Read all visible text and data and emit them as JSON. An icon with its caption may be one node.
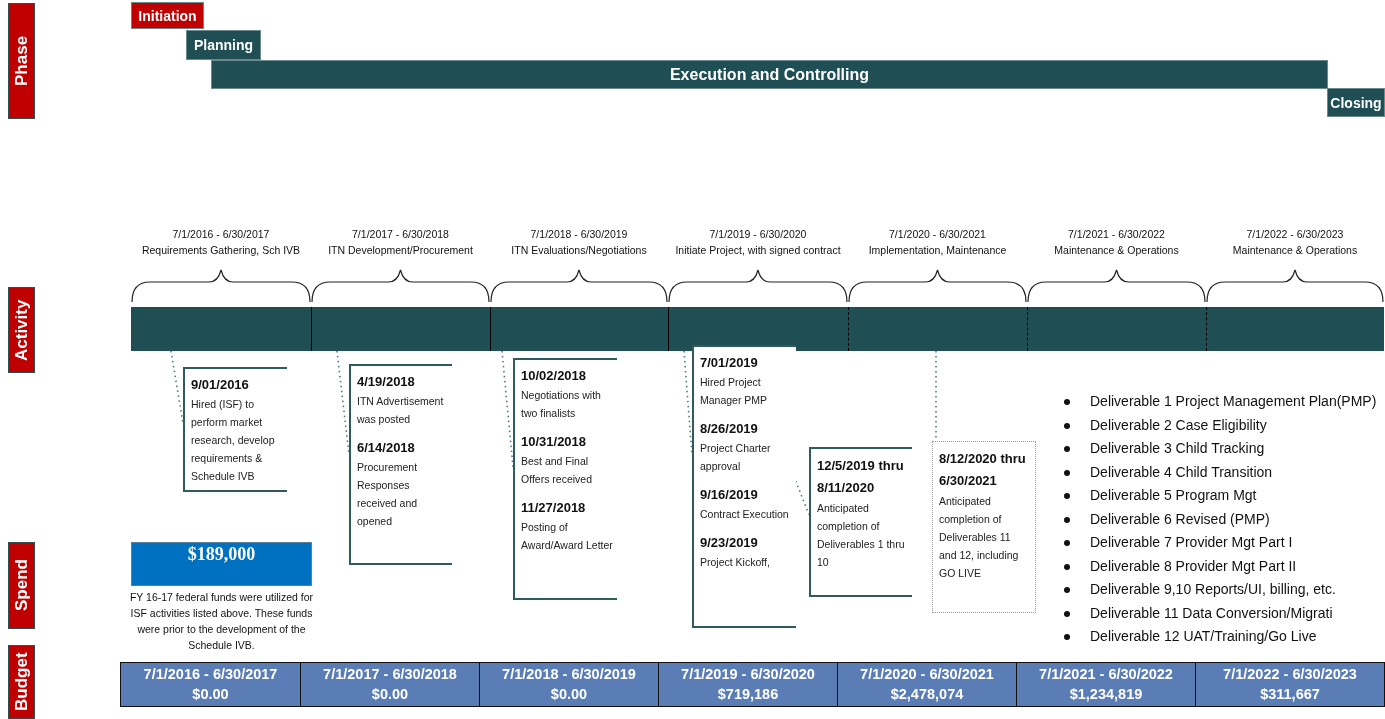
{
  "diagram": {
    "nodes": [
      {
        "text": [
          "Phase"
        ]
      },
      {
        "text": [
          "Initiation"
        ]
      },
      {
        "text": [
          "Planning"
        ]
      },
      {
        "text": [
          "Execution and Controlling"
        ]
      },
      {
        "text": [
          "Closing"
        ]
      },
      {
        "text": [
          "Activity"
        ]
      },
      {
        "text": [],
        "shape": "bar"
      },
      {
        "text": [],
        "shape": "bar"
      },
      {
        "text": [],
        "shape": "bar"
      },
      {
        "text": [],
        "shape": "bar"
      },
      {
        "text": [],
        "shape": "bar"
      },
      {
        "text": [],
        "shape": "bar"
      },
      {
        "text": [],
        "shape": "bar"
      },
      {
        "text": [
          "9/01/2016",
          "Hired (ISF) to perform market research, develop requirements & Schedule IVB"
        ]
      },
      {
        "text": [
          "4/19/2018",
          "ITN Advertisement was posted",
          "6/14/2018",
          "Procurement Responses received and opened"
        ]
      },
      {
        "text": [
          "10/02/2018",
          "Negotiations with two finalists",
          "10/31/2018",
          "Best and Final Offers received",
          "11/27/2018",
          "Posting of Award/Award Letter"
        ]
      },
      {
        "text": [
          "7/01/2019",
          "Hired Project Manager PMP",
          "8/26/2019",
          "Project Charter approval",
          "9/16/2019",
          "Contract Execution",
          "9/23/2019",
          "Project Kickoff,"
        ]
      },
      {
        "text": [
          "12/5/2019 thru 8/11/2020",
          "Anticipated completion of Deliverables 1 thru 10"
        ]
      },
      {
        "text": [
          "8/12/2020 thru 6/30/2021",
          "Anticipated completion of Deliverables 11 and 12, including GO LIVE"
        ]
      },
      {
        "text": [
          "Spend"
        ]
      },
      {
        "text": [
          "$189,000"
        ],
        "beside": [
          "FY 16-17 federal funds were utilized for ISF activities listed above.  These funds were prior to the development of the Schedule IVB."
        ]
      },
      {
        "text": [
          "Budget"
        ]
      },
      {
        "text": [
          "7/1/2016 - 6/30/2017",
          "$0.00"
        ]
      },
      {
        "text": [
          "7/1/2017 - 6/30/2018",
          "$0.00"
        ]
      },
      {
        "text": [
          "7/1/2018 - 6/30/2019",
          "$0.00"
        ]
      },
      {
        "text": [
          "7/1/2019 - 6/30/2020",
          "$719,186"
        ]
      },
      {
        "text": [
          "7/1/2020 - 6/30/2021",
          "$2,478,074"
        ]
      },
      {
        "text": [
          "7/1/2021 - 6/30/2022",
          "$1,234,819"
        ]
      },
      {
        "text": [
          "7/1/2022 - 6/30/2023",
          "$311,667"
        ]
      }
    ],
    "edges": [
      {
        "from": 6,
        "to": 13,
        "arrow": "none",
        "style": "dashed"
      },
      {
        "from": 7,
        "to": 14,
        "arrow": "none",
        "style": "dashed"
      },
      {
        "from": 8,
        "to": 15,
        "arrow": "none",
        "style": "dashed"
      },
      {
        "from": 9,
        "to": 16,
        "arrow": "none",
        "style": "dashed"
      },
      {
        "from": 9,
        "to": 17,
        "arrow": "none",
        "style": "dashed"
      },
      {
        "from": 10,
        "to": 18,
        "arrow": "none",
        "style": "dashed"
      }
    ],
    "labels": [
      "7/1/2016 - 6/30/2017",
      "Requirements Gathering, Sch IVB",
      "7/1/2017 - 6/30/2018",
      "ITN Development/Procurement",
      "7/1/2018 - 6/30/2019",
      "ITN Evaluations/Negotiations",
      "7/1/2019 - 6/30/2020",
      "Initiate Project, with signed contract",
      "7/1/2020 - 6/30/2021",
      "Implementation, Maintenance",
      "7/1/2021 - 6/30/2022",
      "Maintenance & Operations",
      "7/1/2022 - 6/30/2023",
      "Maintenance & Operations",
      "Deliverable 1 Project Management Plan(PMP)",
      "Deliverable 2 Case Eligibility",
      "Deliverable 3 Child Tracking",
      "Deliverable 4 Child Transition",
      "Deliverable 5 Program Mgt",
      "Deliverable 6 Revised (PMP)",
      "Deliverable 7 Provider Mgt Part I",
      "Deliverable 8 Provider Mgt Part II",
      "Deliverable 9,10 Reports/UI, billing, etc.",
      "Deliverable 11 Data Conversion/Migrati",
      "Deliverable 12 UAT/Training/Go Live"
    ]
  }
}
